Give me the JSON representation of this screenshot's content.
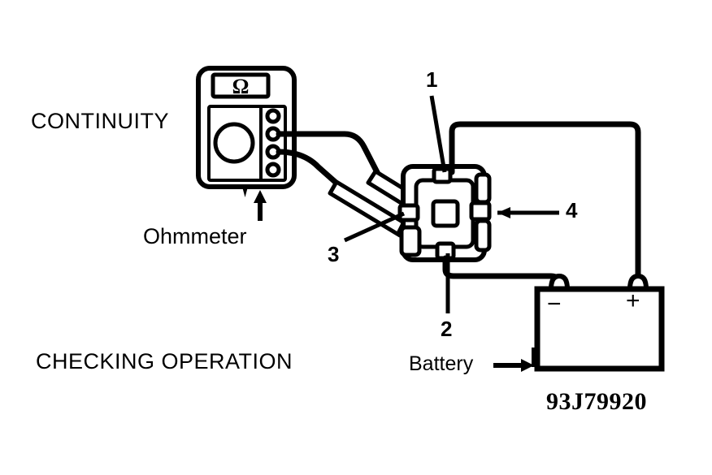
{
  "figure": {
    "id_label": "93J79920",
    "title_left": "CONTINUITY",
    "title_bottom": "CHECKING OPERATION"
  },
  "labels": {
    "ohmmeter": "Ohmmeter",
    "battery": "Battery"
  },
  "callouts": [
    {
      "number": "1",
      "description": "relay terminal 1"
    },
    {
      "number": "2",
      "description": "relay terminal 2"
    },
    {
      "number": "3",
      "description": "relay terminal 3"
    },
    {
      "number": "4",
      "description": "relay terminal 4"
    }
  ],
  "meter": {
    "display_symbol": "Ω",
    "jack_count": 4,
    "connected_jacks": 2
  },
  "battery": {
    "negative_sign": "−",
    "positive_sign": "+",
    "terminal_count": 2
  },
  "colors": {
    "line": "#000000",
    "background": "#ffffff"
  }
}
